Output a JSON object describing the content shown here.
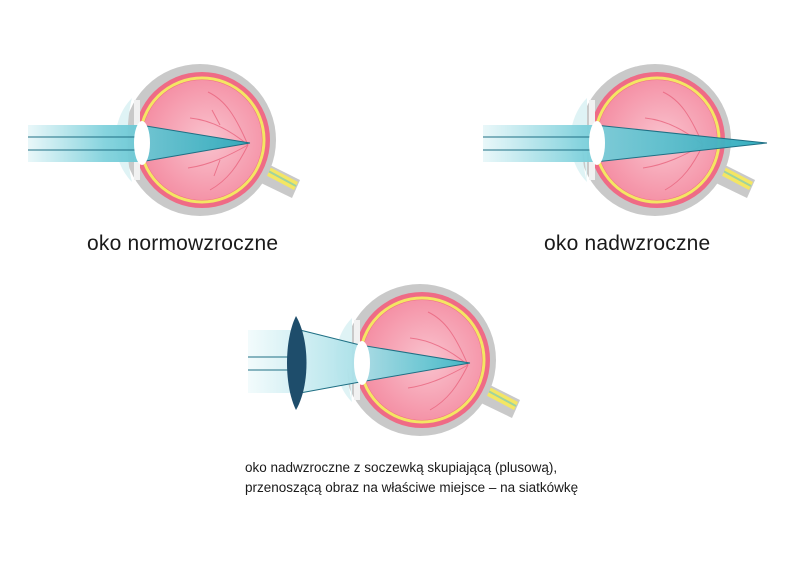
{
  "diagrams": [
    {
      "id": "normal",
      "caption": "oko normowzroczne"
    },
    {
      "id": "hyperopic",
      "caption": "oko nadwzroczne"
    },
    {
      "id": "corrected",
      "caption_lines": [
        "oko nadwzroczne z soczewką skupiającą (plusową),",
        "przenoszącą obraz na właściwe miejsce – na siatkówkę"
      ]
    }
  ],
  "colors": {
    "sclera": "#c9c9c9",
    "choroid": "#f06a86",
    "eye_inner": "#f59aab",
    "retina": "#f4e663",
    "beam": "#3ab7c6",
    "lens": "#ffffff",
    "corrective_lens": "#1e4d6b",
    "nerve": "#f4e663"
  }
}
